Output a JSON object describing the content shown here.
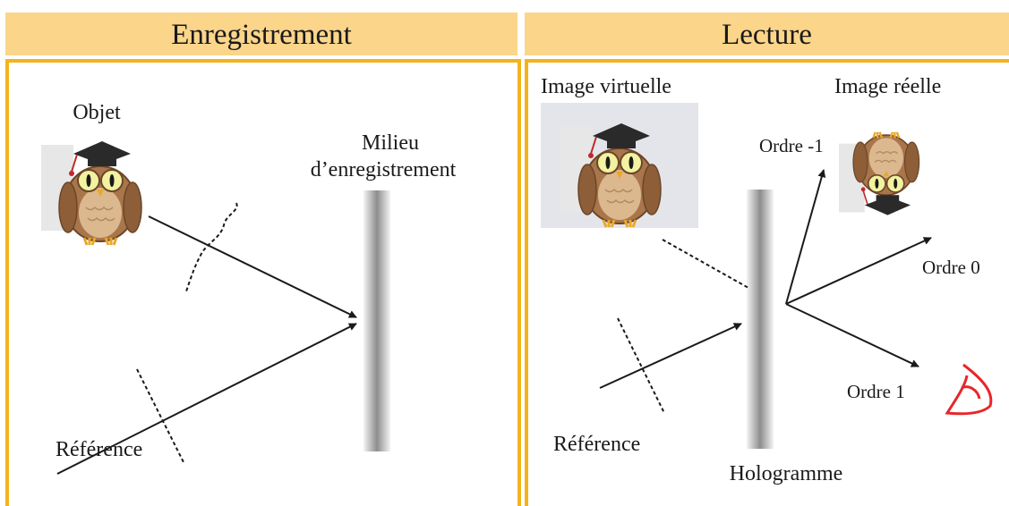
{
  "left_panel": {
    "title": "Enregistrement",
    "object_label": "Objet",
    "medium_label_line1": "Milieu",
    "medium_label_line2": "d’enregistrement",
    "reference_label": "Référence"
  },
  "right_panel": {
    "title": "Lecture",
    "virtual_image_label": "Image virtuelle",
    "real_image_label": "Image réelle",
    "order_minus1_label": "Ordre -1",
    "order_0_label": "Ordre 0",
    "order_1_label": "Ordre 1",
    "reference_label": "Référence",
    "hologram_label": "Hologramme"
  },
  "colors": {
    "header_fill": "#fbd58a",
    "frame_border": "#f4b31c",
    "eye_icon": "#e8262a",
    "owl_body": "#a9764c",
    "owl_belly": "#dcb88e"
  }
}
